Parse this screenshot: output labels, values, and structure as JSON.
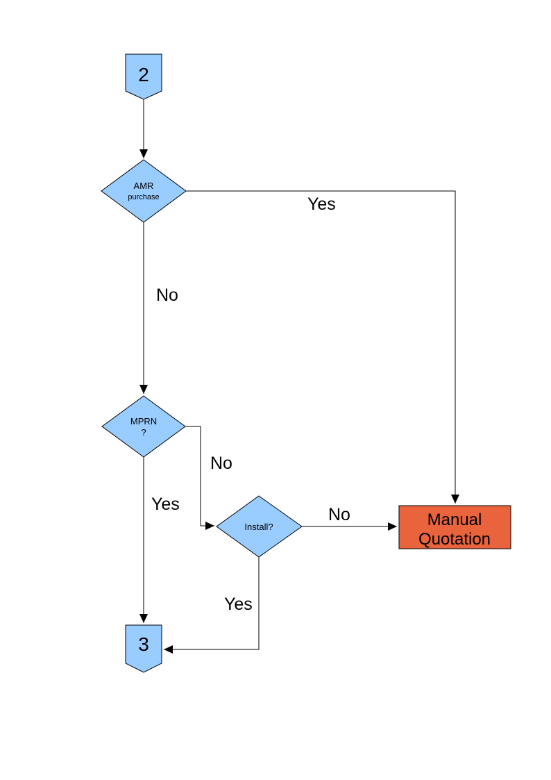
{
  "diagram": {
    "type": "flowchart",
    "colors": {
      "background": "#ffffff",
      "node_fill": "#99CCFF",
      "node_border": "#000000",
      "terminal_fill": "#E9633C",
      "line_color": "#000000",
      "text_color": "#000000"
    },
    "nodes": {
      "connector2": {
        "type": "off-page-connector",
        "label": "2"
      },
      "amr": {
        "type": "decision",
        "line1": "AMR",
        "line2": "purchase"
      },
      "mprn": {
        "type": "decision",
        "line1": "MPRN",
        "line2": "?"
      },
      "install": {
        "type": "decision",
        "label": "Install?"
      },
      "manual": {
        "type": "process",
        "line1": "Manual",
        "line2": "Quotation"
      },
      "connector3": {
        "type": "off-page-connector",
        "label": "3"
      }
    },
    "edges": {
      "amr_yes": {
        "label": "Yes"
      },
      "amr_no": {
        "label": "No"
      },
      "mprn_no": {
        "label": "No"
      },
      "mprn_yes": {
        "label": "Yes"
      },
      "install_no": {
        "label": "No"
      },
      "install_yes": {
        "label": "Yes"
      }
    }
  }
}
